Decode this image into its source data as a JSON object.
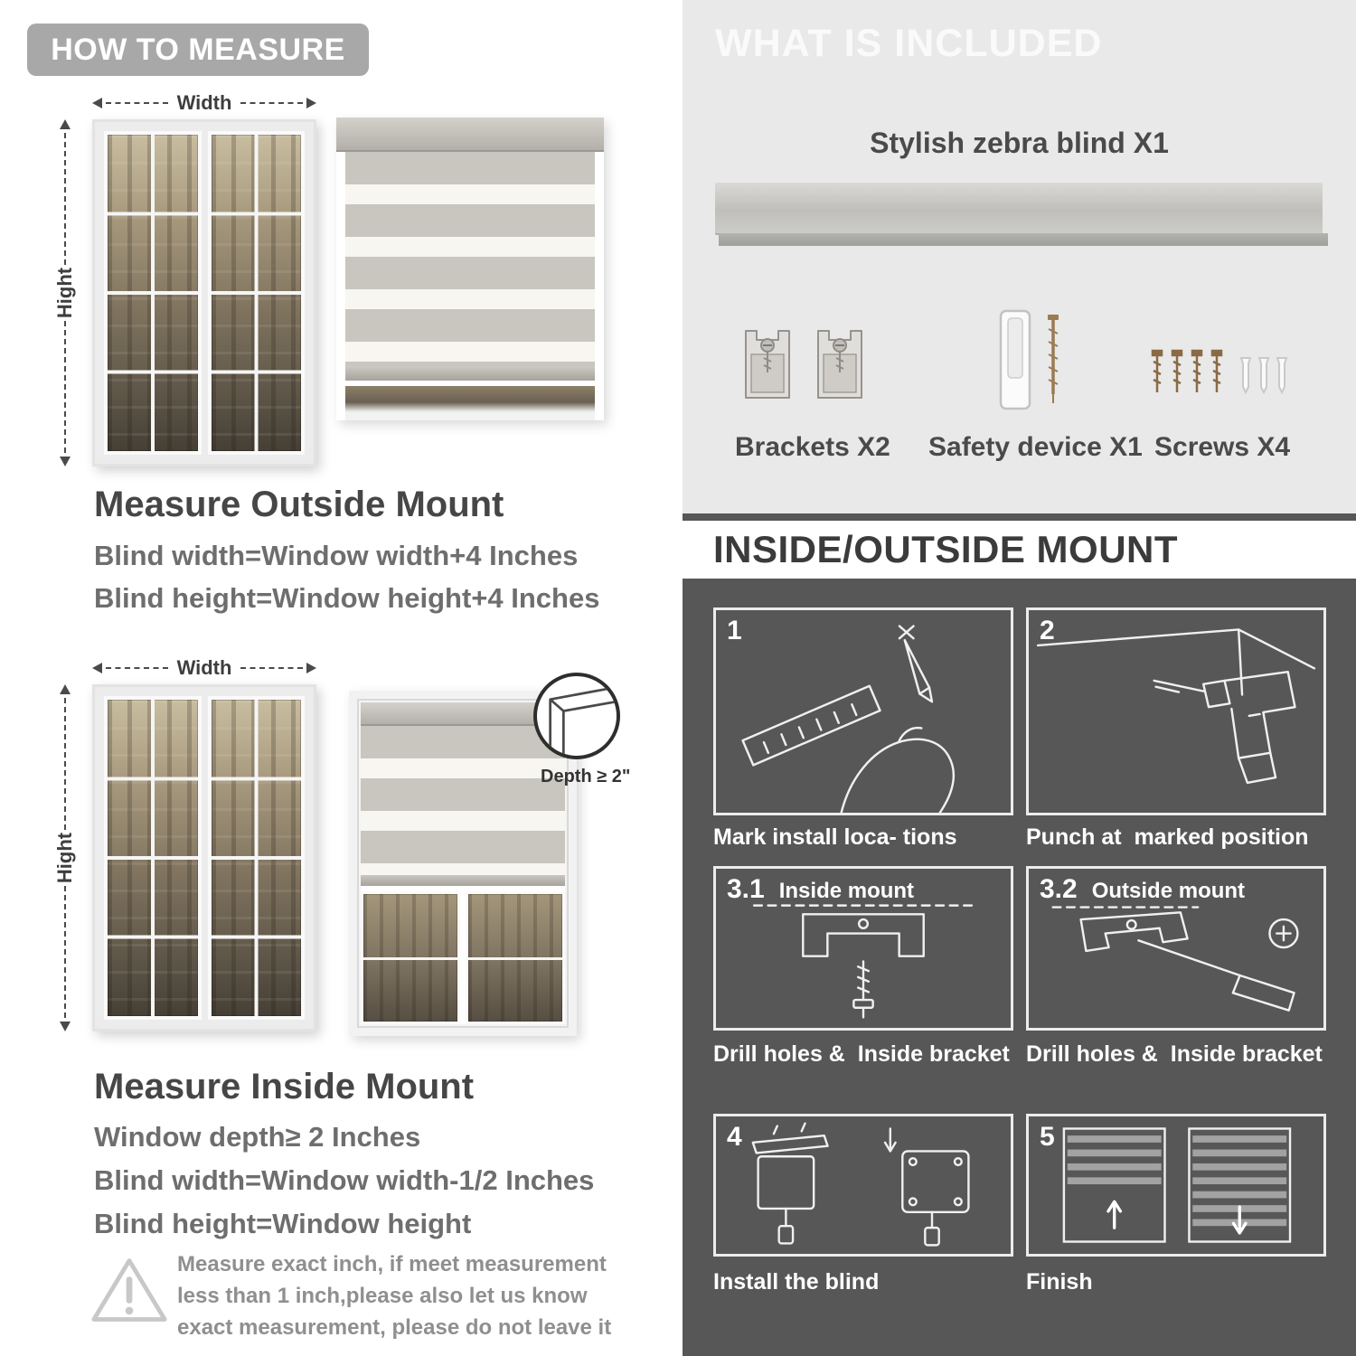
{
  "left": {
    "header": "HOW TO MEASURE",
    "labels": {
      "width": "Width",
      "height": "Hight",
      "depth": "Depth ≥ 2\""
    },
    "outside": {
      "title": "Measure Outside Mount",
      "line1": "Blind width=Window width+4 Inches",
      "line2": "Blind height=Window height+4 Inches"
    },
    "inside": {
      "title": "Measure Inside Mount",
      "line1": "Window depth≥ 2 Inches",
      "line2": "Blind width=Window width-1/2 Inches",
      "line3": "Blind height=Window height"
    },
    "warning": "Measure exact inch, if meet measurement less than 1 inch,please also let us know exact measurement, please do not leave it"
  },
  "right": {
    "included": {
      "header": "WHAT IS INCLUDED",
      "blind_label": "Stylish zebra blind X1",
      "items": [
        {
          "label": "Brackets X2",
          "icon": "brackets-icon"
        },
        {
          "label": "Safety device X1",
          "icon": "safety-device-icon"
        },
        {
          "label": "Screws X4",
          "icon": "screws-icon"
        }
      ]
    },
    "mount": {
      "header": "INSIDE/OUTSIDE MOUNT",
      "steps": [
        {
          "num": "1",
          "caption": "Mark install loca- tions"
        },
        {
          "num": "2",
          "caption": "Punch at  marked position"
        },
        {
          "num": "3.1",
          "title": "Inside mount",
          "caption": "Drill holes &  Inside bracket"
        },
        {
          "num": "3.2",
          "title": "Outside mount",
          "caption": "Drill holes &  Inside bracket"
        },
        {
          "num": "4",
          "caption": "Install the blind"
        },
        {
          "num": "5",
          "caption": "Finish"
        }
      ]
    }
  }
}
